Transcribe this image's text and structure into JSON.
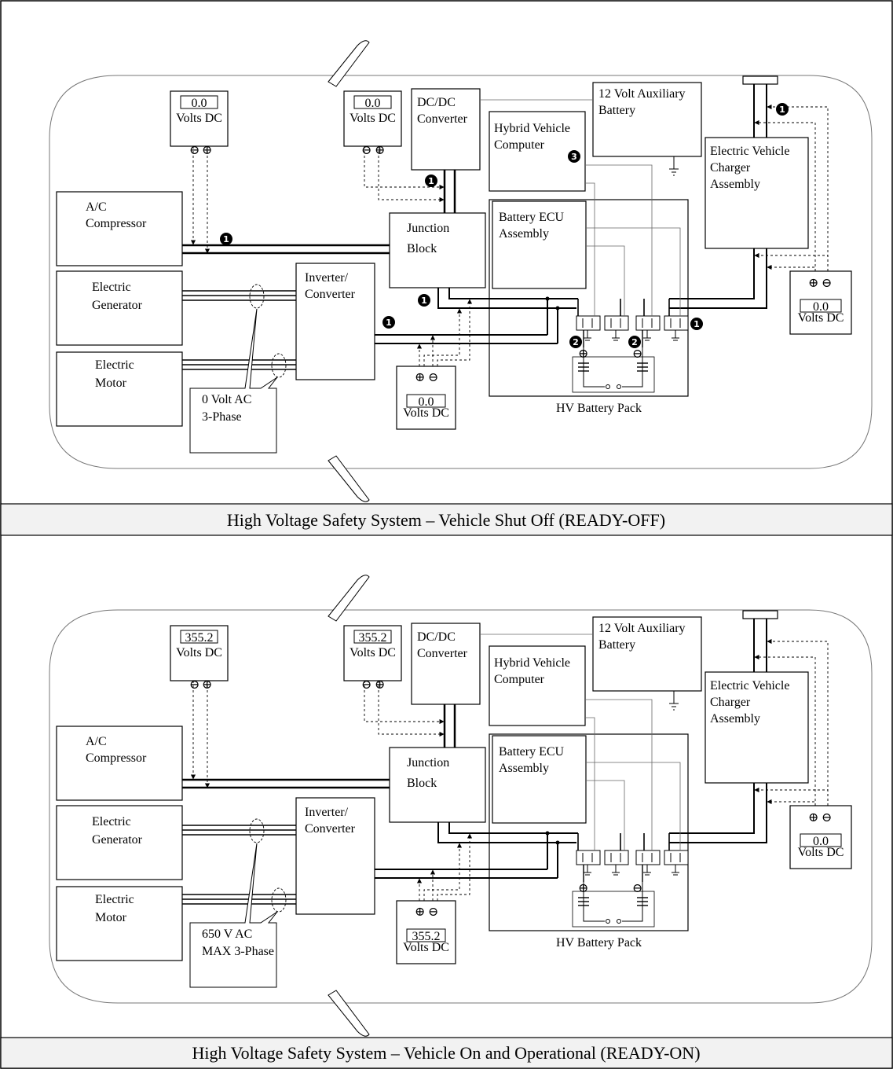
{
  "panels": [
    {
      "id": "off",
      "caption": "High Voltage Safety System – Vehicle Shut Off (READY-OFF)",
      "meters": {
        "ac": {
          "reading": "0.0",
          "unit": "Volts DC"
        },
        "dcdc": {
          "reading": "0.0",
          "unit": "Volts DC"
        },
        "charger": {
          "reading": "0.0",
          "unit": "Volts DC"
        },
        "inverter": {
          "reading": "0.0",
          "unit": "Volts DC"
        }
      },
      "callout": {
        "line1": "0 Volt AC",
        "line2": "3-Phase"
      },
      "markers_shown": true
    },
    {
      "id": "on",
      "caption": "High Voltage Safety System – Vehicle On and Operational (READY-ON)",
      "meters": {
        "ac": {
          "reading": "355.2",
          "unit": "Volts DC"
        },
        "dcdc": {
          "reading": "355.2",
          "unit": "Volts DC"
        },
        "charger": {
          "reading": "0.0",
          "unit": "Volts DC"
        },
        "inverter": {
          "reading": "355.2",
          "unit": "Volts DC"
        }
      },
      "callout": {
        "line1": "650 V AC",
        "line2": "MAX 3-Phase"
      },
      "markers_shown": false
    }
  ],
  "labels": {
    "dcdc": [
      "DC/DC",
      "Converter"
    ],
    "aux": [
      "12 Volt Auxiliary",
      "Battery"
    ],
    "hvc": [
      "Hybrid Vehicle",
      "Computer"
    ],
    "evc": [
      "Electric Vehicle",
      "Charger",
      "Assembly"
    ],
    "ac": [
      "A/C",
      "Compressor"
    ],
    "junction": [
      "Junction",
      "Block"
    ],
    "ecu": [
      "Battery ECU",
      "Assembly"
    ],
    "gen": [
      "Electric",
      "Generator"
    ],
    "inv": [
      "Inverter/",
      "Converter"
    ],
    "motor": [
      "Electric",
      "Motor"
    ],
    "pack": "HV Battery Pack"
  },
  "markers": {
    "one": "1",
    "two": "2",
    "three": "3"
  },
  "polarity": {
    "minus": "⊖",
    "plus": "⊕"
  }
}
